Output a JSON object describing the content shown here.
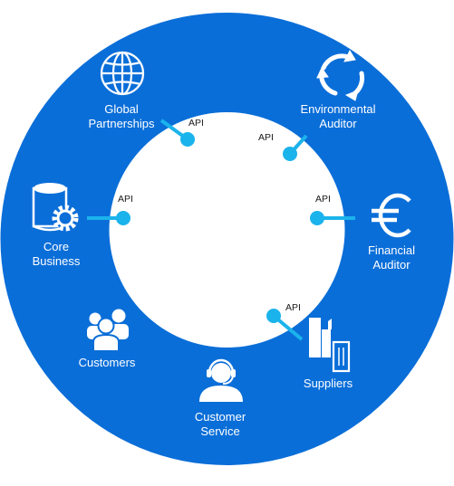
{
  "colors": {
    "ring": "#0a6ed8",
    "connector": "#1bb3ec",
    "icon": "#ffffff",
    "inner": "#ffffff"
  },
  "nodes": [
    {
      "id": "global-partnerships",
      "label_line1": "Global",
      "label_line2": "Partnerships",
      "icon": "globe-icon",
      "api": "API"
    },
    {
      "id": "environmental-auditor",
      "label_line1": "Environmental",
      "label_line2": "Auditor",
      "icon": "recycle-icon",
      "api": "API"
    },
    {
      "id": "core-business",
      "label_line1": "Core",
      "label_line2": "Business",
      "icon": "database-gear-icon",
      "api": "API"
    },
    {
      "id": "financial-auditor",
      "label_line1": "Financial",
      "label_line2": "Auditor",
      "icon": "euro-icon",
      "api": "API"
    },
    {
      "id": "customers",
      "label_line1": "Customers",
      "label_line2": "",
      "icon": "people-icon",
      "api": ""
    },
    {
      "id": "suppliers",
      "label_line1": "Suppliers",
      "label_line2": "",
      "icon": "buildings-icon",
      "api": "API"
    },
    {
      "id": "customer-service",
      "label_line1": "Customer",
      "label_line2": "Service",
      "icon": "headset-agent-icon",
      "api": ""
    }
  ]
}
